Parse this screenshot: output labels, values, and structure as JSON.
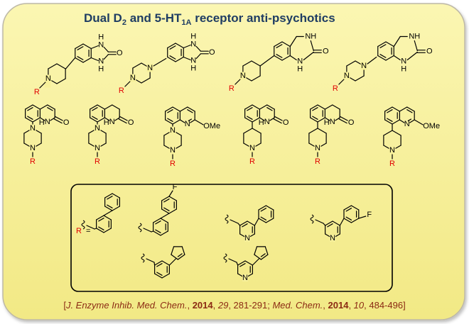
{
  "title": {
    "prefix": "Dual D",
    "sub_d": "2",
    "middle": " and 5-HT",
    "sub_ht": "1A",
    "suffix": " receptor anti-psychotics"
  },
  "r_label": "R",
  "r_equals": " =",
  "atoms": {
    "N": "N",
    "H": "H",
    "O": "O",
    "R": "R",
    "F": "F",
    "NH": "NH",
    "OMe": "OMe",
    "Nb": "N"
  },
  "citation": {
    "open": "[",
    "journal1": "J. Enzyme Inhib. Med. Chem.",
    "sep1": ", ",
    "year1": "2014",
    "sep2": ", ",
    "vol1": "29",
    "pages1": ", 281-291; ",
    "journal2": "Med. Chem.",
    "sep3": ", ",
    "year2": "2014",
    "sep4": ", ",
    "vol2": "10",
    "pages2": ", 484-496]"
  },
  "colors": {
    "panel_fill": "#f7f09a",
    "panel_border": "#bdb8a6",
    "box_stroke": "#000000",
    "title": "#1f3d63",
    "citation": "#8b2a13",
    "r_group": "#e00000"
  }
}
